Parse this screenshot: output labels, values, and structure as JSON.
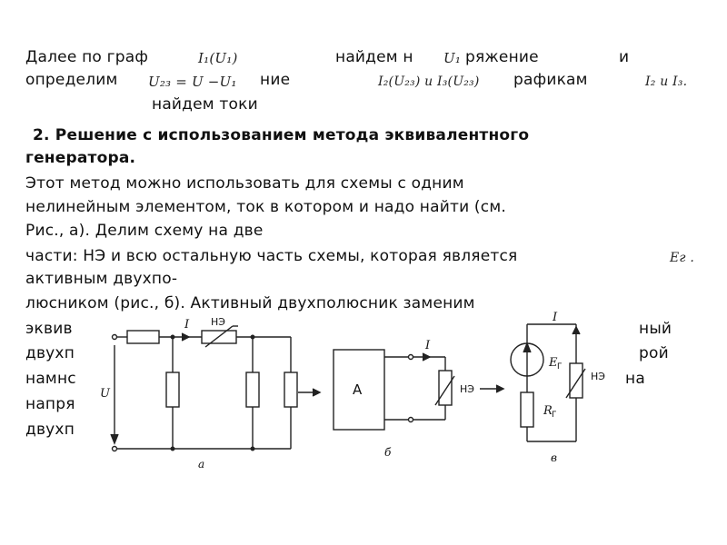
{
  "text": {
    "l1_a": "Далее по граф",
    "l1_b": "найдем н",
    "l1_c": "ряжение",
    "l1_d": "и",
    "l2_a": "определим",
    "l2_b": "ние",
    "l2_c": "рафикам",
    "l3": "найдем токи",
    "heading_1": "2. Решение с использованием метода эквивалентного",
    "heading_2": "генератора.",
    "p1": "Этот метод можно использовать для  схемы  с одним",
    "p2": "нелинейным  элементом,  ток  в  котором  и  надо  найти (см.",
    "p3": "Рис., а). Делим  схему  на  две",
    "p4": "части: НЭ и всю остальную часть схемы, которая является",
    "p5": "активным двухпо-",
    "p6": "люсником (рис., б). Активный  двухполюсник  заменим",
    "p7a": "эквив",
    "p7b": "ный",
    "p8a": "двухп",
    "p8b": "рой",
    "p9a": "намнс",
    "p9b": "на",
    "p10a": "напря",
    "p11a": "двухп"
  },
  "formulas": {
    "i1u1": "I₁(U₁)",
    "u1": "U₁",
    "u23": "U₂₃ = U −U₁",
    "i2i3": "I₂(U₂₃)  и  I₃(U₂₃)",
    "i2_and_i3": "I₂  и  I₃.",
    "eg": "Eг ."
  },
  "figure": {
    "a_I": "I",
    "a_NE": "НЭ",
    "a_U": "U",
    "a_caption": "а",
    "b_A": "А",
    "b_I": "I",
    "b_NE": "НЭ",
    "b_caption": "б",
    "c_I": "I",
    "c_E": "E",
    "c_E_sub": "Г",
    "c_NE": "НЭ",
    "c_R": "R",
    "c_R_sub": "Г",
    "c_caption": "в"
  }
}
